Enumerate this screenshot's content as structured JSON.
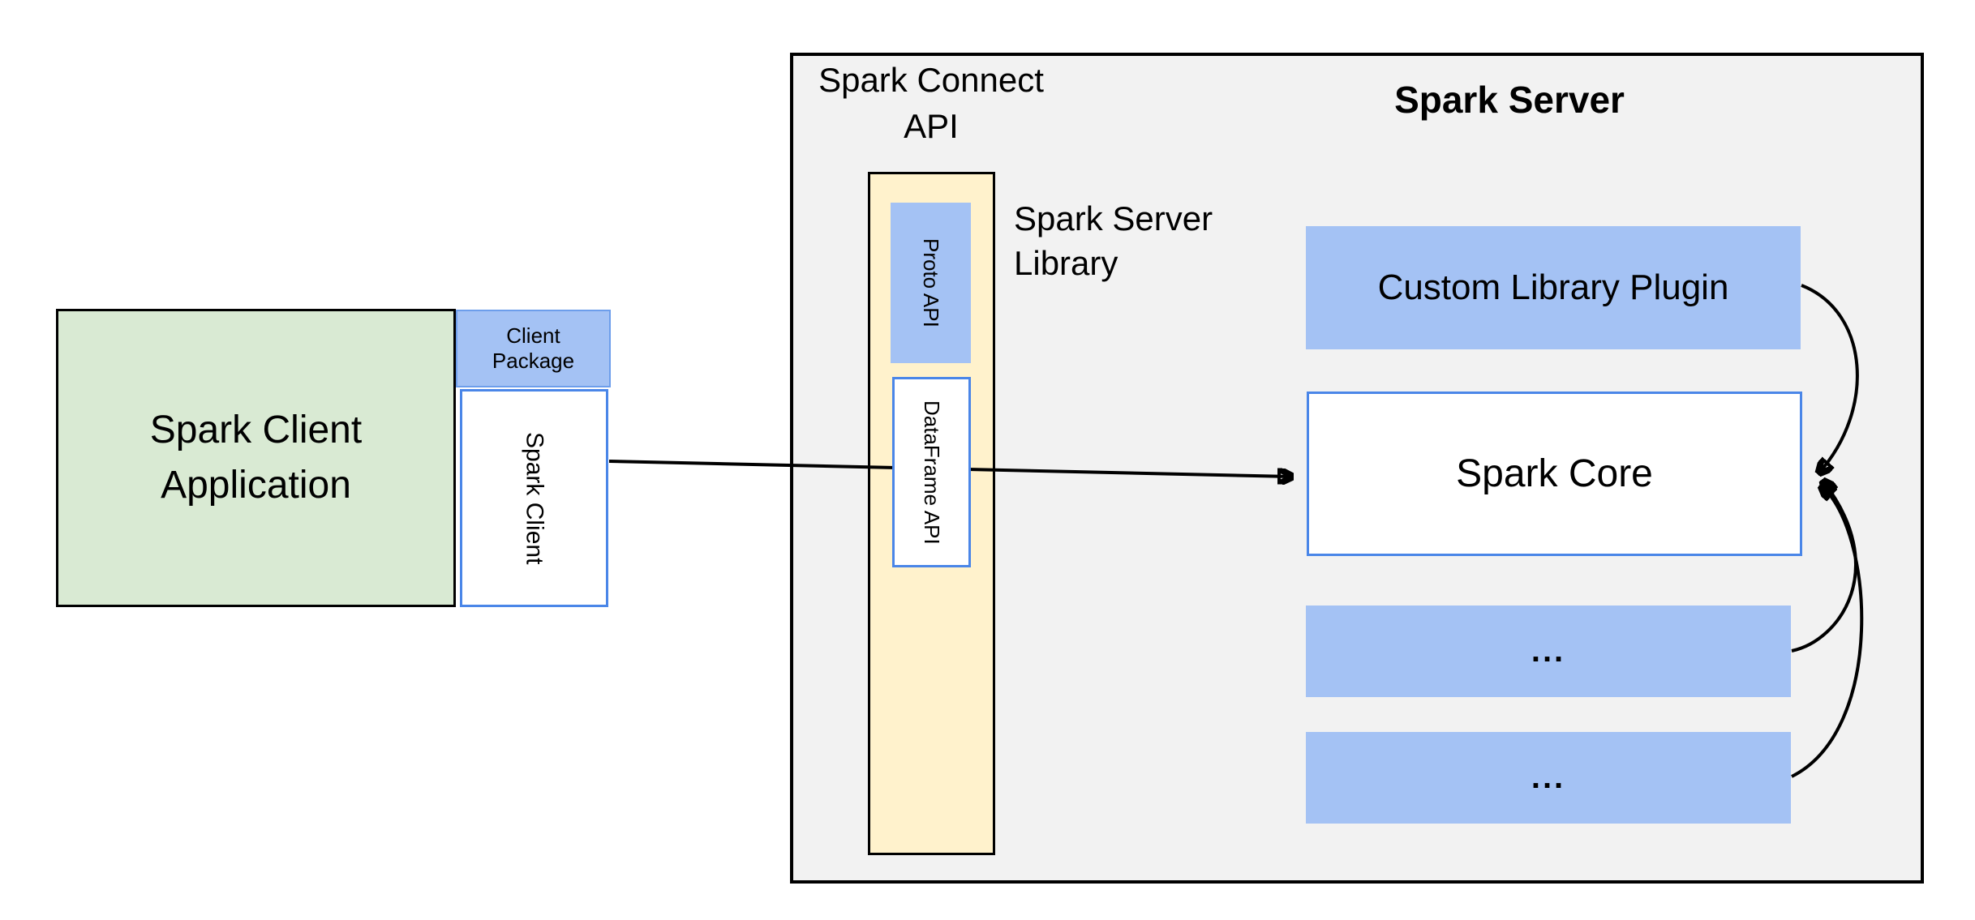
{
  "diagram": {
    "client": {
      "app_label": "Spark Client\nApplication",
      "package_label": "Client\nPackage",
      "spark_client_label": "Spark Client"
    },
    "connect": {
      "api_label": "Spark Connect\nAPI",
      "proto_api_label": "Proto  API",
      "dataframe_api_label": "DataFrame API",
      "server_library_label": "Spark Server\nLibrary"
    },
    "server": {
      "title": "Spark Server",
      "custom_plugin_label": "Custom Library Plugin",
      "spark_core_label": "Spark Core",
      "plugin_slot_1_label": "...",
      "plugin_slot_2_label": "..."
    },
    "colors": {
      "page_bg": "#ffffff",
      "gray_fill": "#f2f2f2",
      "green_fill": "#d9ead3",
      "blue_fill": "#a4c2f4",
      "yellow_fill": "#fff2cc",
      "white_fill": "#ffffff",
      "border_black": "#000000",
      "border_blue": "#4a86e8",
      "client_pkg_border": "#6d9eeb",
      "arrow_color": "#000000"
    }
  }
}
